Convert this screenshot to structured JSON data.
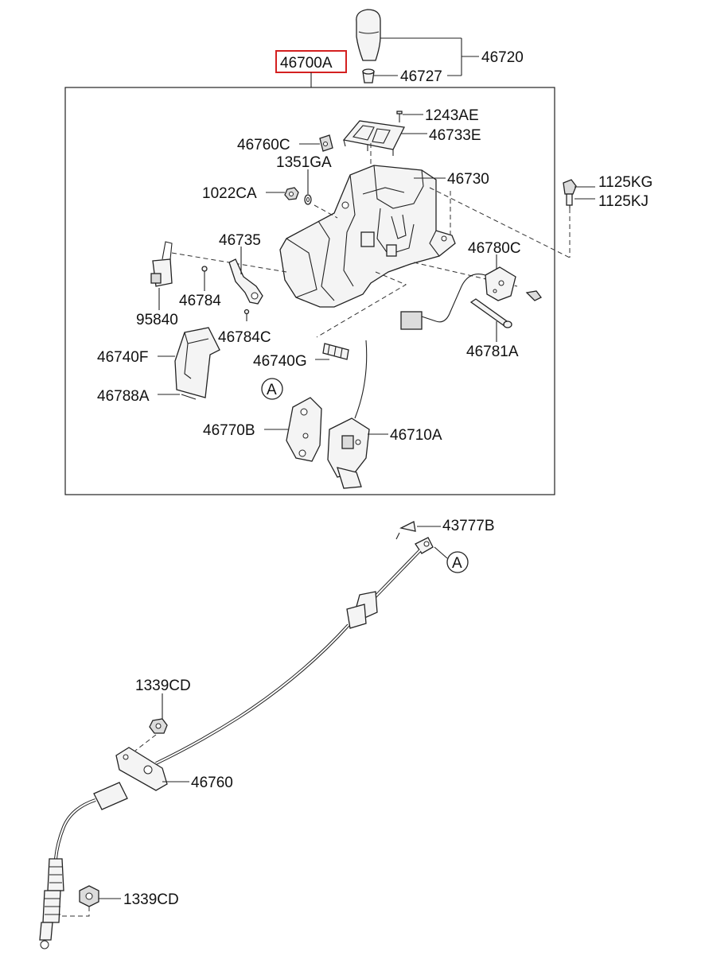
{
  "labels": {
    "main_assembly": "46700A",
    "knob_assembly": "46720",
    "knob_insert": "46727",
    "screw_1243": "1243AE",
    "indicator_cover": "46733E",
    "bracket_46760c": "46760C",
    "washer_1351": "1351GA",
    "nut_1022": "1022CA",
    "housing": "46730",
    "bolt_kg": "1125KG",
    "bolt_kj": "1125KJ",
    "lever_46735": "46735",
    "sensor_46780": "46780C",
    "pin_46784": "46784",
    "switch_95840": "95840",
    "pin_46784c": "46784C",
    "shaft_46781": "46781A",
    "cover_46740f": "46740F",
    "spring_46740g": "46740G",
    "pin_46788": "46788A",
    "plate_46770": "46770B",
    "lever_46710": "46710A",
    "ref_a_top": "A",
    "clip_43777": "43777B",
    "ref_a_cable": "A",
    "nut_1339_top": "1339CD",
    "cable_46760": "46760",
    "nut_1339_bottom": "1339CD"
  },
  "highlight_color": "#d42020"
}
